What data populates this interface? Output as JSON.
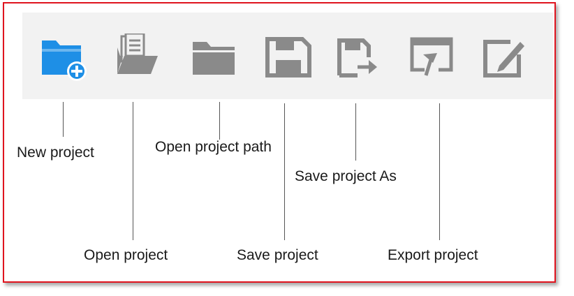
{
  "toolbar": {
    "buttons": [
      {
        "label": "New project",
        "icon": "folder-plus-icon"
      },
      {
        "label": "Open project",
        "icon": "folder-open-document-icon"
      },
      {
        "label": "Open project path",
        "icon": "folder-icon"
      },
      {
        "label": "Save project",
        "icon": "floppy-disk-icon"
      },
      {
        "label": "Save project As",
        "icon": "save-as-arrow-icon"
      },
      {
        "label": "Export project",
        "icon": "window-export-icon"
      },
      {
        "label": "",
        "icon": "edit-pencil-icon"
      }
    ]
  },
  "colors": {
    "accent": "#1e8fe6",
    "icon_gray": "#8a8a8a",
    "frame_border": "#e0141e",
    "toolbar_bg": "#f2f2f2"
  }
}
